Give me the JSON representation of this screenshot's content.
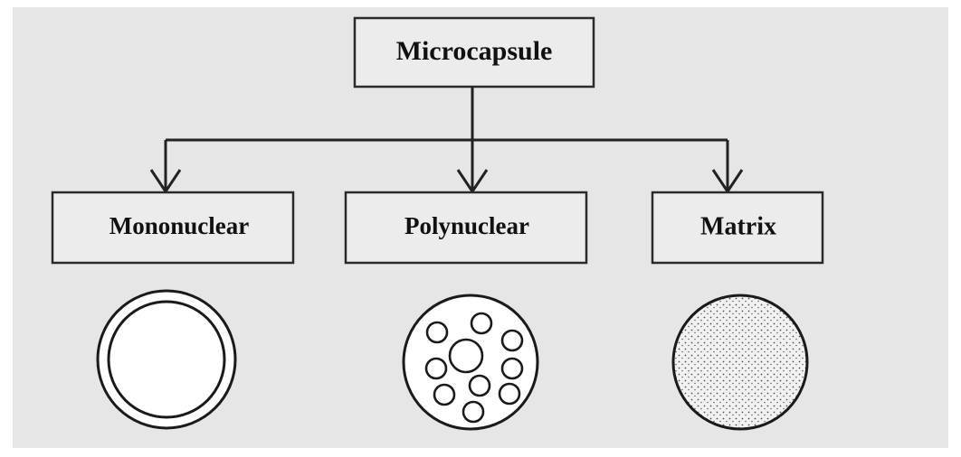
{
  "diagram": {
    "root": {
      "label": "Microcapsule"
    },
    "children": [
      {
        "label": "Mononuclear",
        "icon": "mononuclear-capsule-icon"
      },
      {
        "label": "Polynuclear",
        "icon": "polynuclear-capsule-icon"
      },
      {
        "label": "Matrix",
        "icon": "matrix-capsule-icon"
      }
    ],
    "colors": {
      "background": "#e6e6e6",
      "stroke": "#1a1a1a",
      "text": "#111111"
    }
  }
}
